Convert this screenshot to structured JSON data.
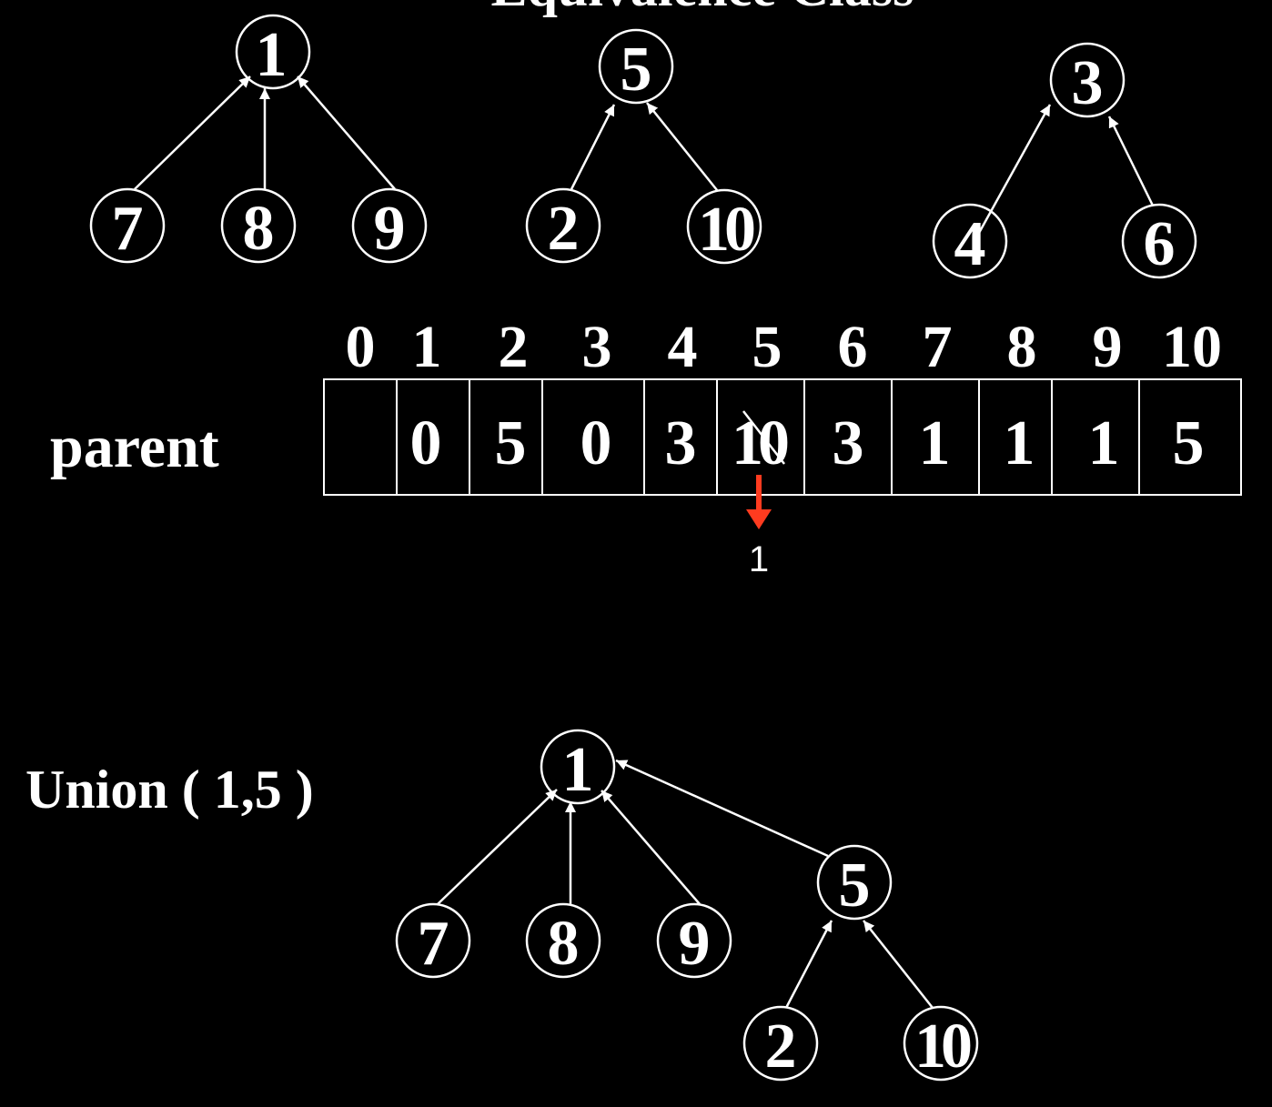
{
  "title": "Equivalence Class",
  "forest": {
    "trees": [
      {
        "root": "1",
        "children": [
          "7",
          "8",
          "9"
        ]
      },
      {
        "root": "5",
        "children": [
          "2",
          "10"
        ]
      },
      {
        "root": "3",
        "children": [
          "4",
          "6"
        ]
      }
    ]
  },
  "array": {
    "row_label": "parent",
    "indices": [
      "0",
      "1",
      "2",
      "3",
      "4",
      "5",
      "6",
      "7",
      "8",
      "9",
      "10"
    ],
    "values": [
      "",
      "0",
      "5",
      "0",
      "3",
      "10",
      "3",
      "1",
      "1",
      "1",
      "5"
    ],
    "changed_index": 5,
    "new_value": "1"
  },
  "union": {
    "label": "Union ( 1,5 )",
    "tree": {
      "root": "1",
      "children": [
        "7",
        "8",
        "9",
        "5"
      ],
      "subtree_root": "5",
      "subtree_children": [
        "2",
        "10"
      ]
    }
  },
  "colors": {
    "background": "#000000",
    "foreground": "#ffffff",
    "update_arrow": "#ff3b1f"
  }
}
